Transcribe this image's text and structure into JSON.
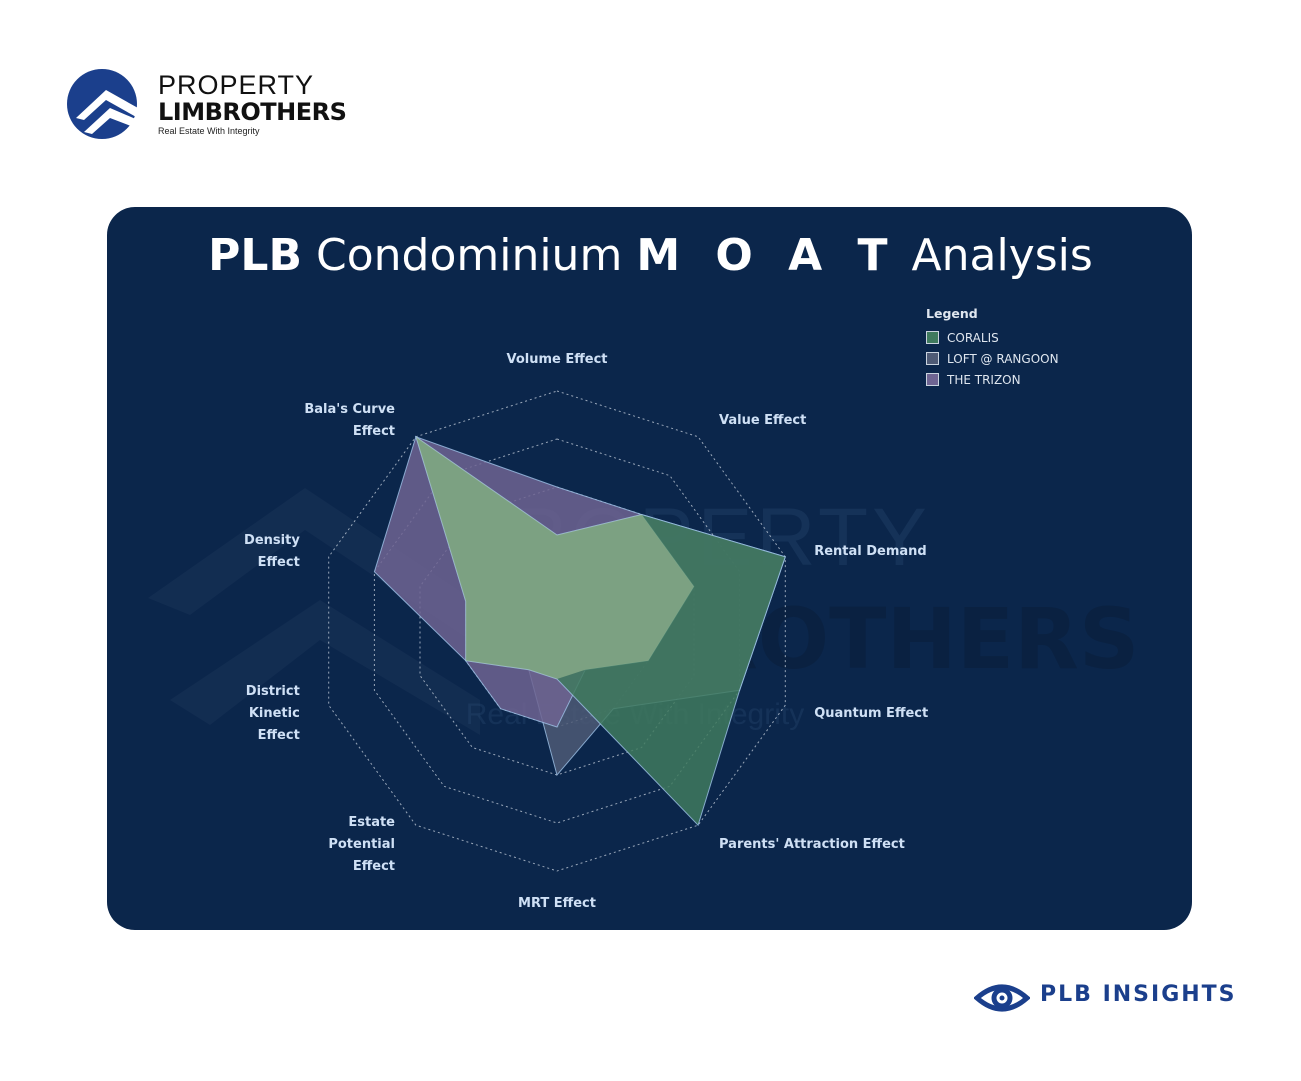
{
  "brand": {
    "name_line1": "PROPERTY",
    "name_line2": "LIMBROTHERS",
    "tagline": "Real Estate With Integrity"
  },
  "title": {
    "part1": "PLB",
    "part2": "Condominium",
    "part3": "M O A T",
    "part4": "Analysis"
  },
  "legend": {
    "title": "Legend"
  },
  "footer": {
    "label": "PLB INSIGHTS"
  },
  "colors": {
    "panel_bg": "#0b264b",
    "brand_blue": "#1b3f8c"
  },
  "chart_data": {
    "type": "radar",
    "title": "PLB Condominium M O A T Analysis",
    "axes": [
      "Volume Effect",
      "Value Effect",
      "Rental Demand",
      "Quantum Effect",
      "Parents' Attraction Effect",
      "MRT Effect",
      "Estate Potential Effect",
      "District Kinetic Effect",
      "Density Effect",
      "Bala's Curve Effect"
    ],
    "axis_label_lines": [
      [
        "Volume Effect"
      ],
      [
        "Value Effect"
      ],
      [
        "Rental Demand"
      ],
      [
        "Quantum Effect"
      ],
      [
        "Parents' Attraction Effect"
      ],
      [
        "MRT Effect"
      ],
      [
        "Estate",
        "Potential",
        "Effect"
      ],
      [
        "District",
        "Kinetic",
        "Effect"
      ],
      [
        "Density",
        "Effect"
      ],
      [
        "Bala's Curve",
        "Effect"
      ]
    ],
    "range": [
      0,
      5
    ],
    "rings": 5,
    "series": [
      {
        "name": "LOFT @ RANGOON",
        "values": [
          2,
          3,
          5,
          4,
          2,
          3,
          1,
          2,
          2,
          5
        ],
        "color": "#4e5a75"
      },
      {
        "name": "THE TRIZON",
        "values": [
          3,
          3,
          3,
          2,
          1,
          2,
          2,
          2,
          4,
          5
        ],
        "color": "#6e6492"
      },
      {
        "name": "CORALIS",
        "values": [
          2,
          3,
          5,
          4,
          5,
          1,
          1,
          2,
          2,
          5
        ],
        "color": "#3f7a5e"
      }
    ],
    "legend_position": "top-right"
  }
}
